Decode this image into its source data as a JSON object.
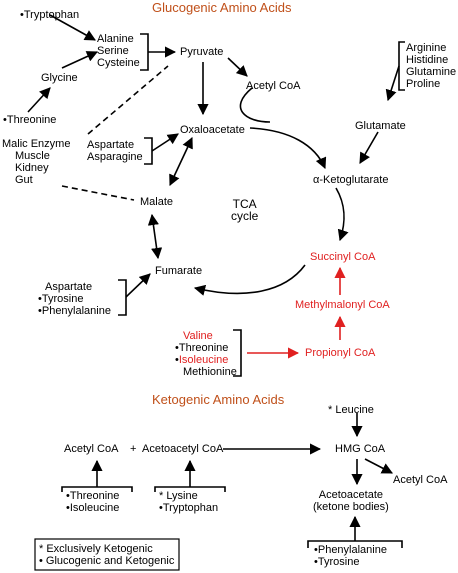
{
  "colors": {
    "title": "#c0501a",
    "red": "#e02020",
    "black": "#000000"
  },
  "titles": {
    "glucogenic": "Glucogenic Amino Acids",
    "ketogenic": "Ketogenic Amino Acids"
  },
  "gluco": {
    "tryptophan": "Tryptophan",
    "ala_ser_cys": [
      "Alanine",
      "Serine",
      "Cysteine"
    ],
    "glycine": "Glycine",
    "threonine": "Threonine",
    "pyruvate": "Pyruvate",
    "acetyl_coa": "Acetyl CoA",
    "group_right": [
      "Arginine",
      "Histidine",
      "Glutamine",
      "Proline"
    ],
    "glutamate": "Glutamate",
    "malic_enzyme": [
      "Malic Enzyme",
      "Muscle",
      "Kidney",
      "Gut"
    ],
    "asp_asn": [
      "Aspartate",
      "Asparagine"
    ],
    "oxaloacetate": "Oxaloacetate",
    "ketoglutarate": "α-Ketoglutarate",
    "malate": "Malate",
    "tca": [
      "TCA",
      "cycle"
    ],
    "succinyl_coa": "Succinyl CoA",
    "fumarate": "Fumarate",
    "asp_tyr_phe": [
      "Aspartate",
      "Tyrosine",
      "Phenylalanine"
    ],
    "methylmalonyl_coa": "Methylmalonyl CoA",
    "propionyl_coa": "Propionyl CoA",
    "valine": "Valine",
    "threonine2": "Threonine",
    "isoleucine": "Isoleucine",
    "methionine": "Methionine"
  },
  "keto": {
    "leucine": "Leucine",
    "hmg_coa": "HMG CoA",
    "acetyl_coa": "Acetyl CoA",
    "plus": "+",
    "acetoacetyl_coa": "Acetoacetyl CoA",
    "acetyl_coa_right": "Acetyl CoA",
    "acetoacetate": [
      "Acetoacetate",
      "(ketone bodies)"
    ],
    "thr_ile": [
      "Threonine",
      "Isoleucine"
    ],
    "lys_trp": [
      "Lysine",
      "Tryptophan"
    ],
    "phe_tyr": [
      "Phenylalanine",
      "Tyrosine"
    ]
  },
  "legend": {
    "star_symbol": "*",
    "dot_symbol": "•",
    "exclusively": "Exclusively Ketogenic",
    "both": "Glucogenic and Ketogenic"
  }
}
